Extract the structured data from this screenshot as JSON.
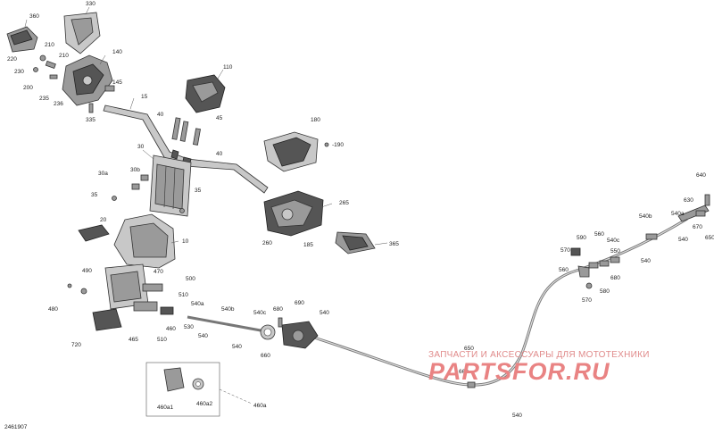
{
  "drawing_number": "2461907",
  "watermark": {
    "caption": "ЗАПЧАСТИ И АКСЕССУАРЫ ДЛЯ МОТОТЕХНИКИ",
    "logo": "PARTSFOR.RU",
    "color": "#e98383"
  },
  "callouts": {
    "c360": "360",
    "c330": "330",
    "c210a": "210",
    "c210b": "210",
    "c140": "140",
    "c220": "220",
    "c230": "230",
    "c200": "200",
    "c235": "235",
    "c236": "236",
    "c145": "145",
    "c335": "335",
    "c15": "15",
    "c110": "110",
    "c40a": "40",
    "c45": "45",
    "c180": "180",
    "c190": "-190",
    "c30": "30",
    "c40b": "40",
    "c30a": "30a",
    "c30b": "30b",
    "c35a": "35",
    "c35b": "35",
    "c20": "20",
    "c10": "10",
    "c265": "265",
    "c260": "260",
    "c185": "185",
    "c365": "365",
    "c490": "490",
    "c470": "470",
    "c500": "500",
    "c510a": "510",
    "c480": "480",
    "c540a": "540a",
    "c540b1": "540b",
    "c540c1": "540c",
    "c680a": "680",
    "c690": "690",
    "c540a2": "540",
    "c720": "720",
    "c465": "465",
    "c510b": "510",
    "c460": "460",
    "c530": "530",
    "c540_1": "540",
    "c540_2": "540",
    "c660": "660",
    "c650": "650",
    "c660b": "660",
    "c460a1": "460a1",
    "c460a2": "460a2",
    "c460a": "460a",
    "c540_3": "540",
    "c640": "640",
    "c630": "630",
    "c540b2": "540b",
    "c540a3": "540a",
    "c670": "670",
    "c650b": "650",
    "c540_4": "540",
    "c590": "590",
    "c560a": "560",
    "c540c2": "540c",
    "c570a": "570",
    "c550": "550",
    "c540_5": "540",
    "c560b": "560",
    "c680b": "680",
    "c570b": "570",
    "c580": "580"
  }
}
